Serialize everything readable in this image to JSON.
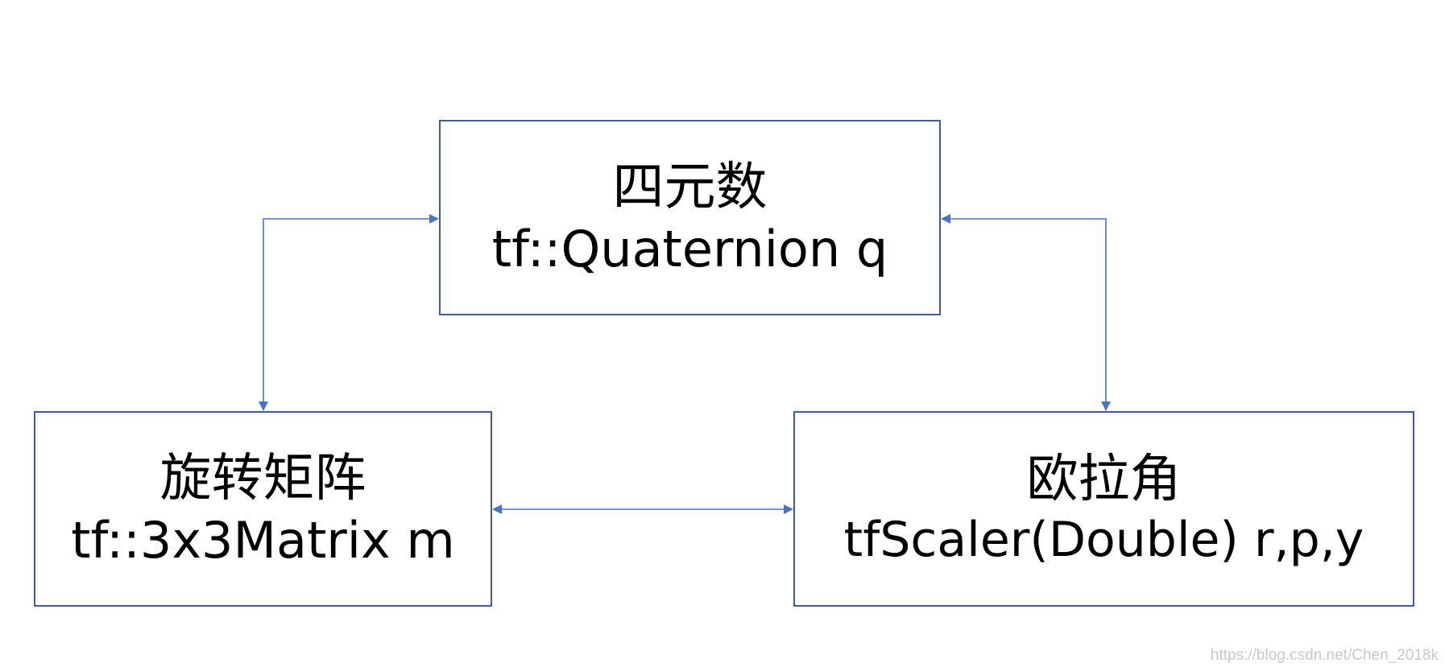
{
  "nodes": {
    "quaternion": {
      "title": "四元数",
      "code": "tf::Quaternion q"
    },
    "rotation_matrix": {
      "title": "旋转矩阵",
      "code": "tf::3x3Matrix m"
    },
    "euler_angles": {
      "title": "欧拉角",
      "code": "tfScaler(Double) r,p,y"
    }
  },
  "connections": [
    {
      "from": "quaternion",
      "to": "rotation_matrix",
      "bidirectional": true
    },
    {
      "from": "quaternion",
      "to": "euler_angles",
      "bidirectional": true
    },
    {
      "from": "rotation_matrix",
      "to": "euler_angles",
      "bidirectional": true
    }
  ],
  "colors": {
    "box_border": "#3f5b9c",
    "connector": "#4a72c4"
  },
  "watermark": "https://blog.csdn.net/Chen_2018k"
}
